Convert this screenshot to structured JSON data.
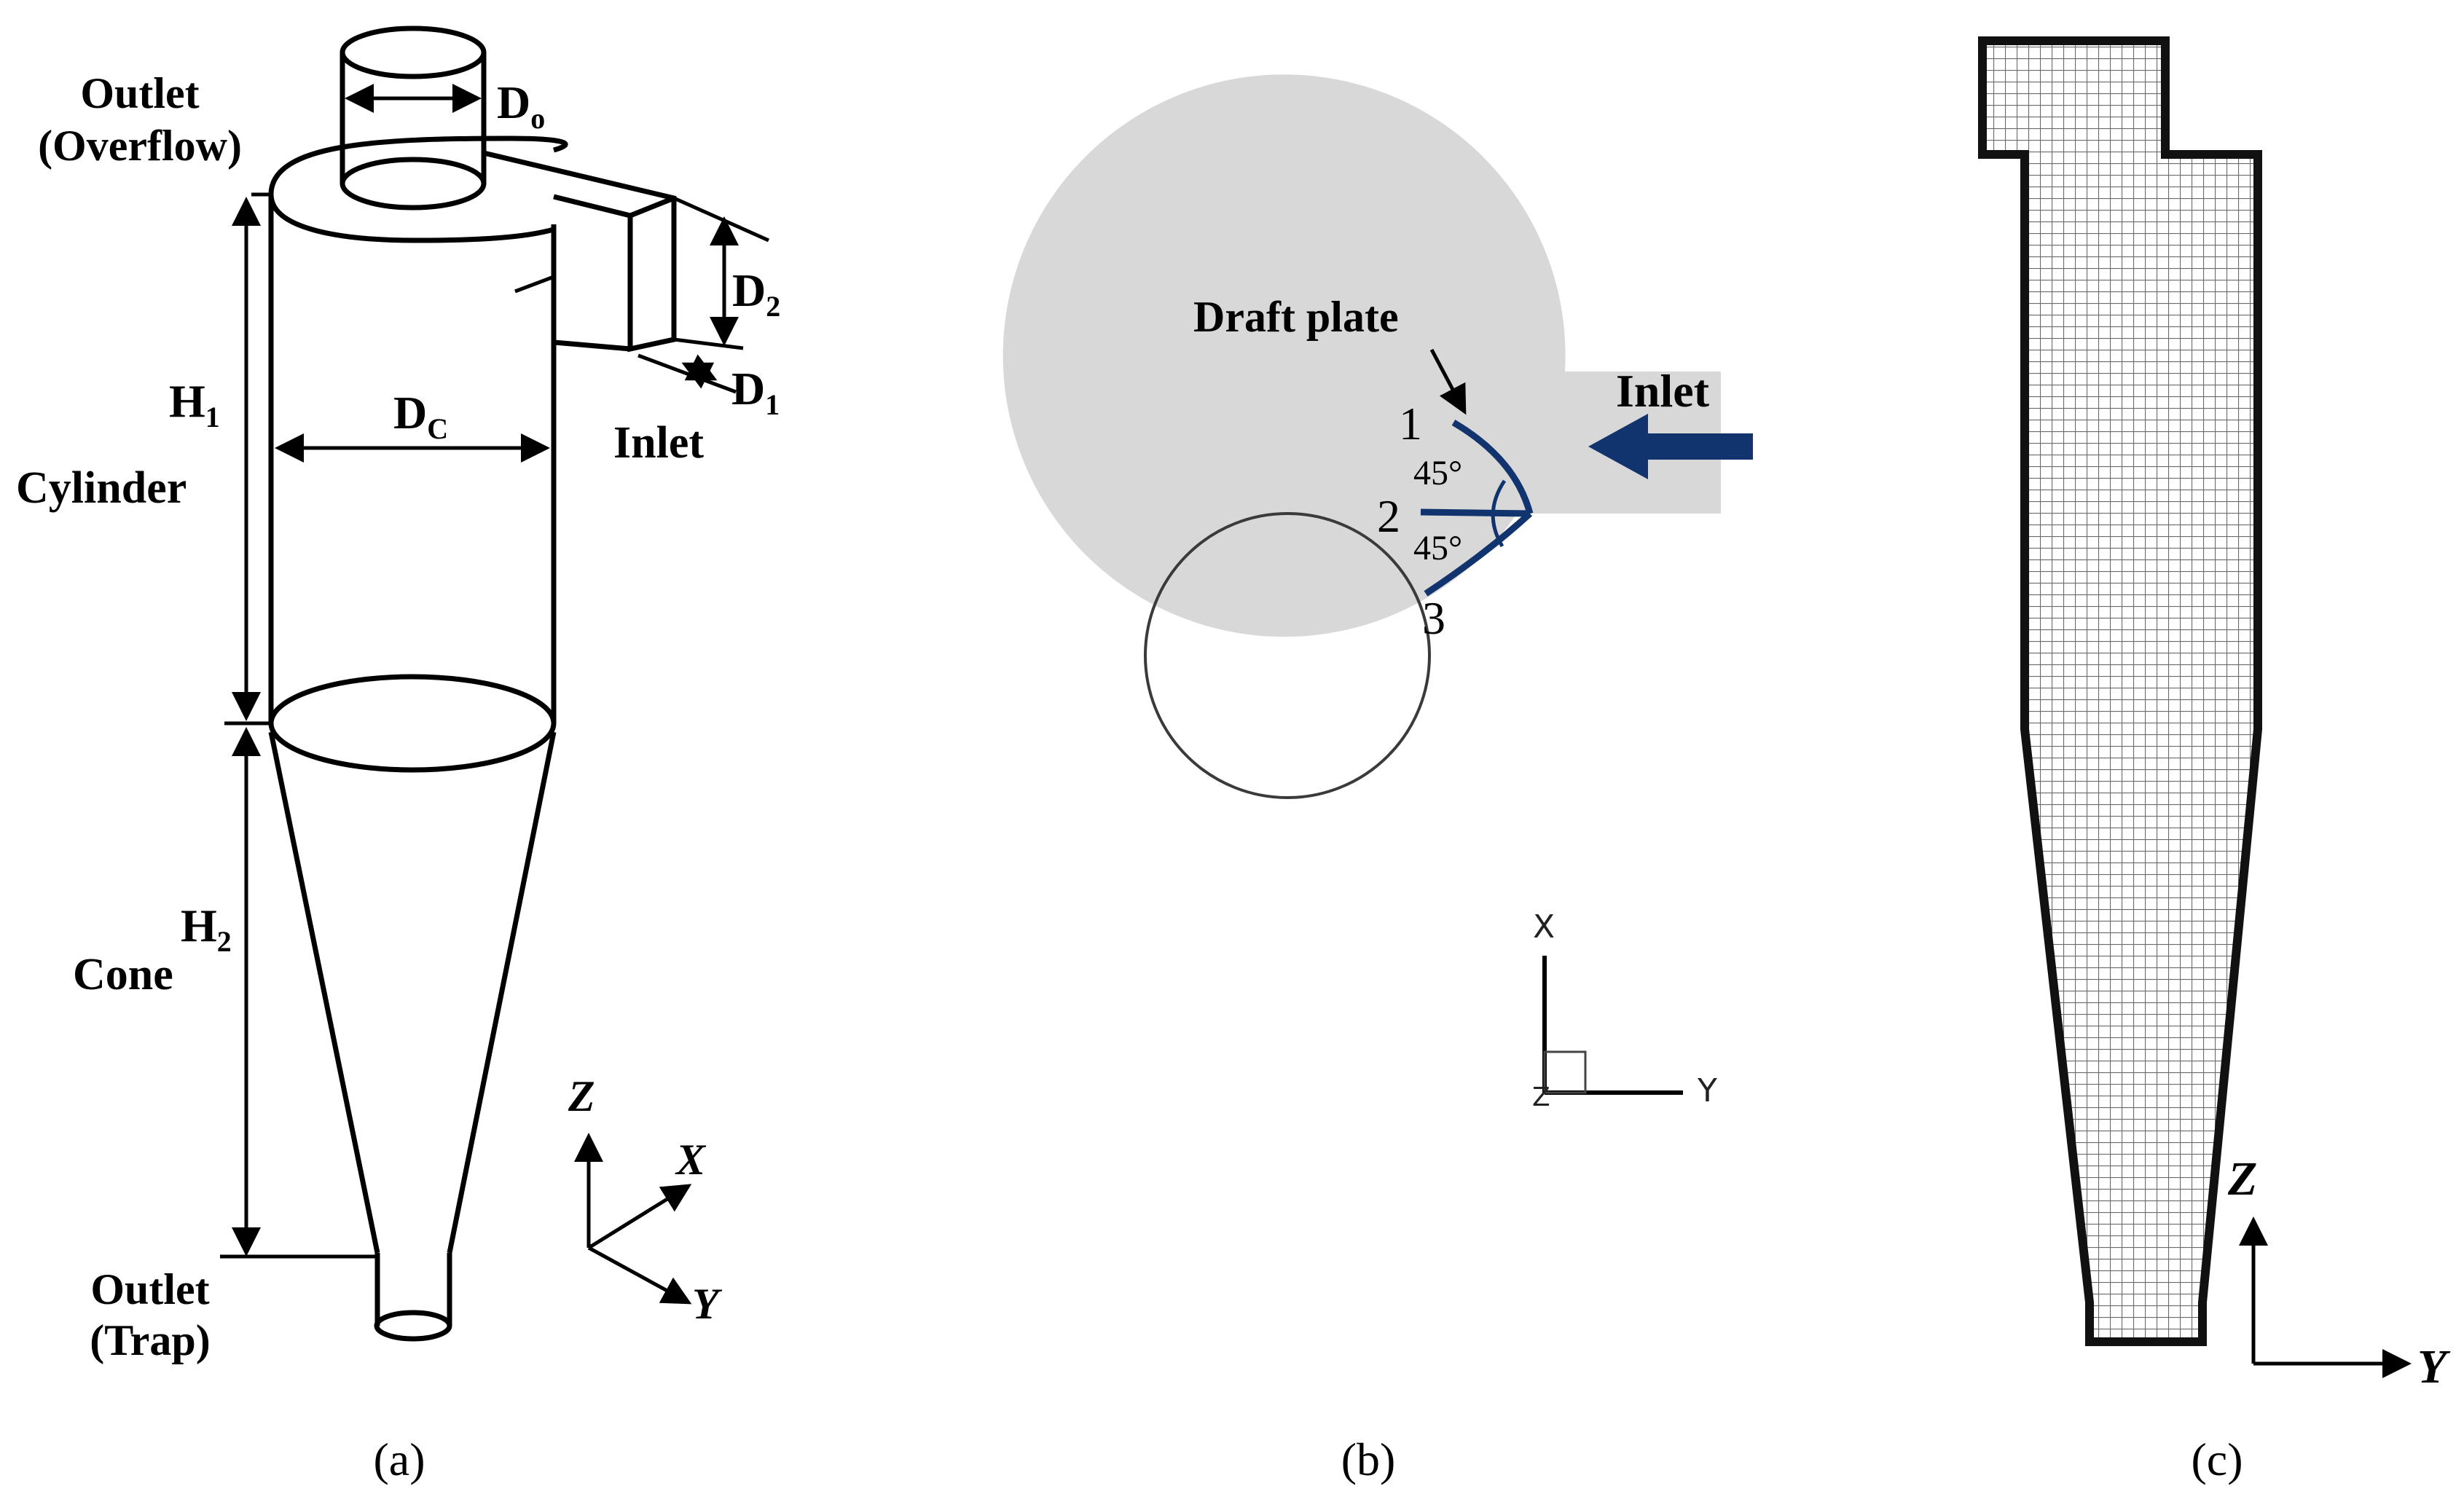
{
  "panel_a": {
    "caption": "(a)",
    "outlet_overflow_line1": "Outlet",
    "outlet_overflow_line2": "(Overflow)",
    "d_o_main": "D",
    "d_o_sub": "o",
    "d2_main": "D",
    "d2_sub": "2",
    "d1_main": "D",
    "d1_sub": "1",
    "inlet": "Inlet",
    "h1_main": "H",
    "h1_sub": "1",
    "cylinder": "Cylinder",
    "dc_main": "D",
    "dc_sub": "C",
    "h2_main": "H",
    "h2_sub": "2",
    "cone": "Cone",
    "outlet_trap_line1": "Outlet",
    "outlet_trap_line2": "(Trap)",
    "axis_z": "Z",
    "axis_x": "X",
    "axis_y": "Y"
  },
  "panel_b": {
    "caption": "(b)",
    "draft_plate": "Draft plate",
    "inlet": "Inlet",
    "pos_1": "1",
    "pos_2": "2",
    "pos_3": "3",
    "angle_upper": "45°",
    "angle_lower": "45°",
    "axis_x": "X",
    "axis_y": "Y",
    "axis_z": "Z",
    "accent_color": "#12346e",
    "body_color": "#d8d8d8"
  },
  "panel_c": {
    "caption": "(c)",
    "axis_z": "Z",
    "axis_y": "Y"
  }
}
